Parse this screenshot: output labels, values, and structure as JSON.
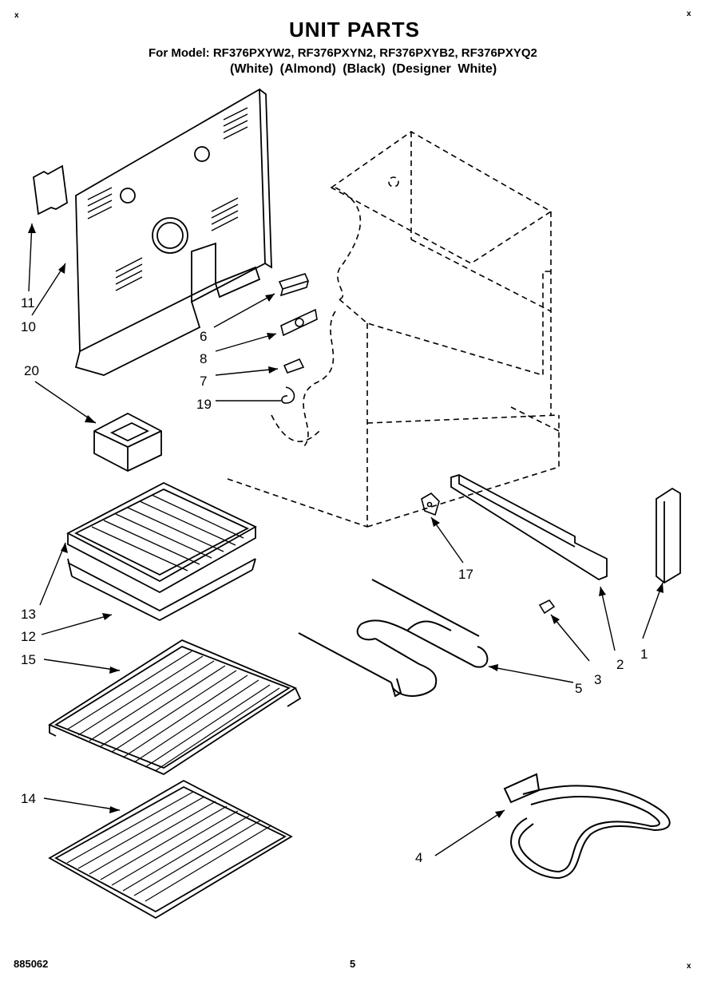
{
  "header": {
    "title": "UNIT PARTS",
    "models": "For Model: RF376PXYW2, RF376PXYN2, RF376PXYB2, RF376PXYQ2",
    "colors": "(White)   (Almond)   (Black)  (Designer White)"
  },
  "footer": {
    "doc_number": "885062",
    "page_number": "5"
  },
  "corner_marks": {
    "top_left": "x",
    "top_right": "x",
    "bottom_right": "x"
  },
  "callouts": {
    "c1": "1",
    "c2": "2",
    "c3": "3",
    "c4": "4",
    "c5": "5",
    "c6": "6",
    "c7": "7",
    "c8": "8",
    "c10": "10",
    "c11": "11",
    "c12": "12",
    "c13": "13",
    "c14": "14",
    "c15": "15",
    "c17": "17",
    "c19": "19",
    "c20": "20"
  }
}
